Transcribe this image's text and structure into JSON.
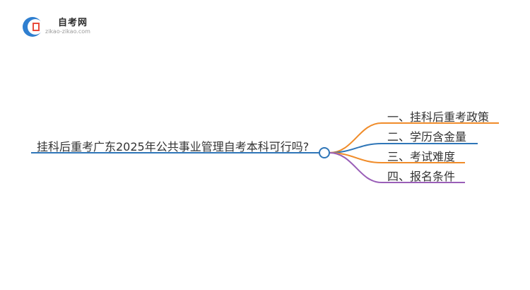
{
  "logo": {
    "title": "自考网",
    "domain": "zikao-zikao.com"
  },
  "mindmap": {
    "root": "挂科后重考广东2025年公共事业管理自考本科可行吗?",
    "branches": [
      {
        "label": "一、挂科后重考政策",
        "color": "#f08c2a"
      },
      {
        "label": "二、学历含金量",
        "color": "#2f76b8"
      },
      {
        "label": "三、考试难度",
        "color": "#f08c2a"
      },
      {
        "label": "四、报名条件",
        "color": "#9a5fb8"
      }
    ],
    "root_line_color": "#2f76b8"
  }
}
